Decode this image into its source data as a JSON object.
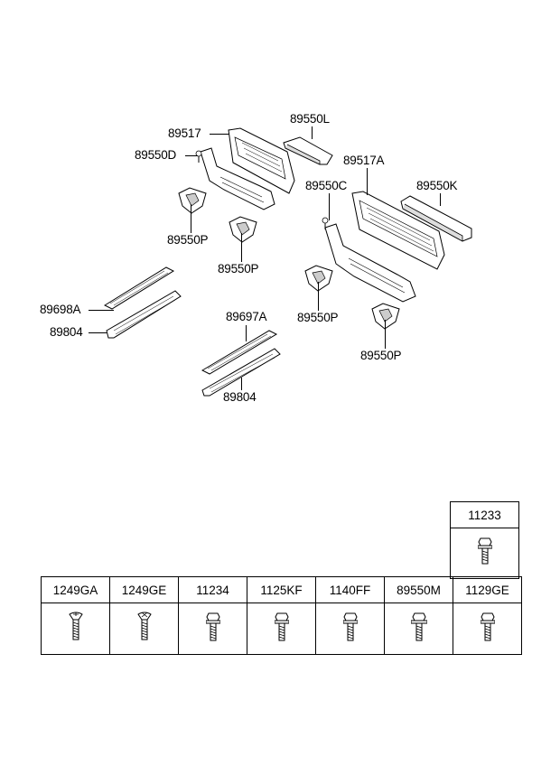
{
  "callouts": [
    {
      "id": "89517",
      "text": "89517"
    },
    {
      "id": "89550L",
      "text": "89550L"
    },
    {
      "id": "89550D",
      "text": "89550D"
    },
    {
      "id": "89517A",
      "text": "89517A"
    },
    {
      "id": "89550C",
      "text": "89550C"
    },
    {
      "id": "89550K",
      "text": "89550K"
    },
    {
      "id": "89550P_a",
      "text": "89550P"
    },
    {
      "id": "89550P_b",
      "text": "89550P"
    },
    {
      "id": "89550P_c",
      "text": "89550P"
    },
    {
      "id": "89550P_d",
      "text": "89550P"
    },
    {
      "id": "89698A",
      "text": "89698A"
    },
    {
      "id": "89804_a",
      "text": "89804"
    },
    {
      "id": "89697A",
      "text": "89697A"
    },
    {
      "id": "89804_b",
      "text": "89804"
    }
  ],
  "fasteners_table": {
    "headers": [
      "1249GA",
      "1249GE",
      "11234",
      "1125KF",
      "1140FF",
      "89550M",
      "1129GE"
    ],
    "icons": [
      "countersunk-screw-icon",
      "countersunk-screw-icon",
      "flange-bolt-icon",
      "flange-bolt-icon",
      "flange-bolt-icon",
      "flange-bolt-icon",
      "flange-bolt-icon"
    ]
  },
  "extra_cell": {
    "header": "11233",
    "icon": "flange-bolt-icon"
  }
}
